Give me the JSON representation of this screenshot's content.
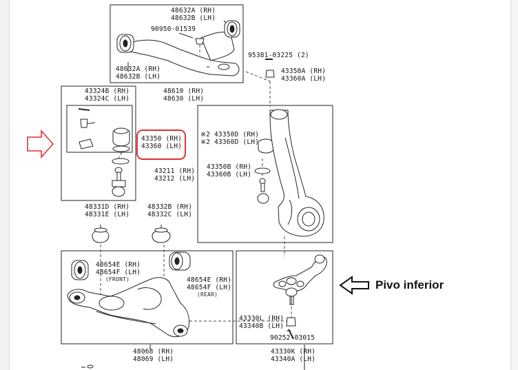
{
  "labels": {
    "upper_bushing": [
      "48632A (RH)",
      "48632B (LH)"
    ],
    "bolt_upper": "90950-01539",
    "upper_bushing_lower": [
      "48632A (RH)",
      "48632B (LH)"
    ],
    "upper_arm": [
      "48610 (RH)",
      "48630 (LH)"
    ],
    "cotter_pin_upper": "95381-03225 (2)",
    "nut_upper": [
      "43350A (RH)",
      "43360A (LH)"
    ],
    "boot_kit": [
      "43324B (RH)",
      "43324C (LH)"
    ],
    "highlighted_part": [
      "43350 (RH)",
      "43360 (LH)"
    ],
    "upper_ball_joint": [
      "43211 (RH)",
      "43212 (LH)"
    ],
    "knuckle_boot": [
      "※2 43350D (RH)",
      "※2 43360D (LH)"
    ],
    "knuckle_ring": [
      "43350B (RH)",
      "43360B (LH)"
    ],
    "bumper_left": [
      "48331D (RH)",
      "48331E (LH)"
    ],
    "bumper_right": [
      "48332B (RH)",
      "48332C (LH)"
    ],
    "lower_bushing_front": [
      "48654E (RH)",
      "48654F (LH)"
    ],
    "front_note": "(FRONT)",
    "lower_bushing_rear": [
      "48654E (RH)",
      "48654F (LH)"
    ],
    "rear_note": "(REAR)",
    "lower_arm": [
      "48068 (RH)",
      "48069 (LH)"
    ],
    "lower_ball_nut": [
      "43330L (RH)",
      "43340B (LH)"
    ],
    "cotter_pin_lower": "90252-03015",
    "lower_ball_joint": [
      "43330K (RH)",
      "43340A (LH)"
    ]
  },
  "annotation": "Pivo inferior",
  "colors": {
    "highlight": "#e03030",
    "lines": "#222222"
  }
}
